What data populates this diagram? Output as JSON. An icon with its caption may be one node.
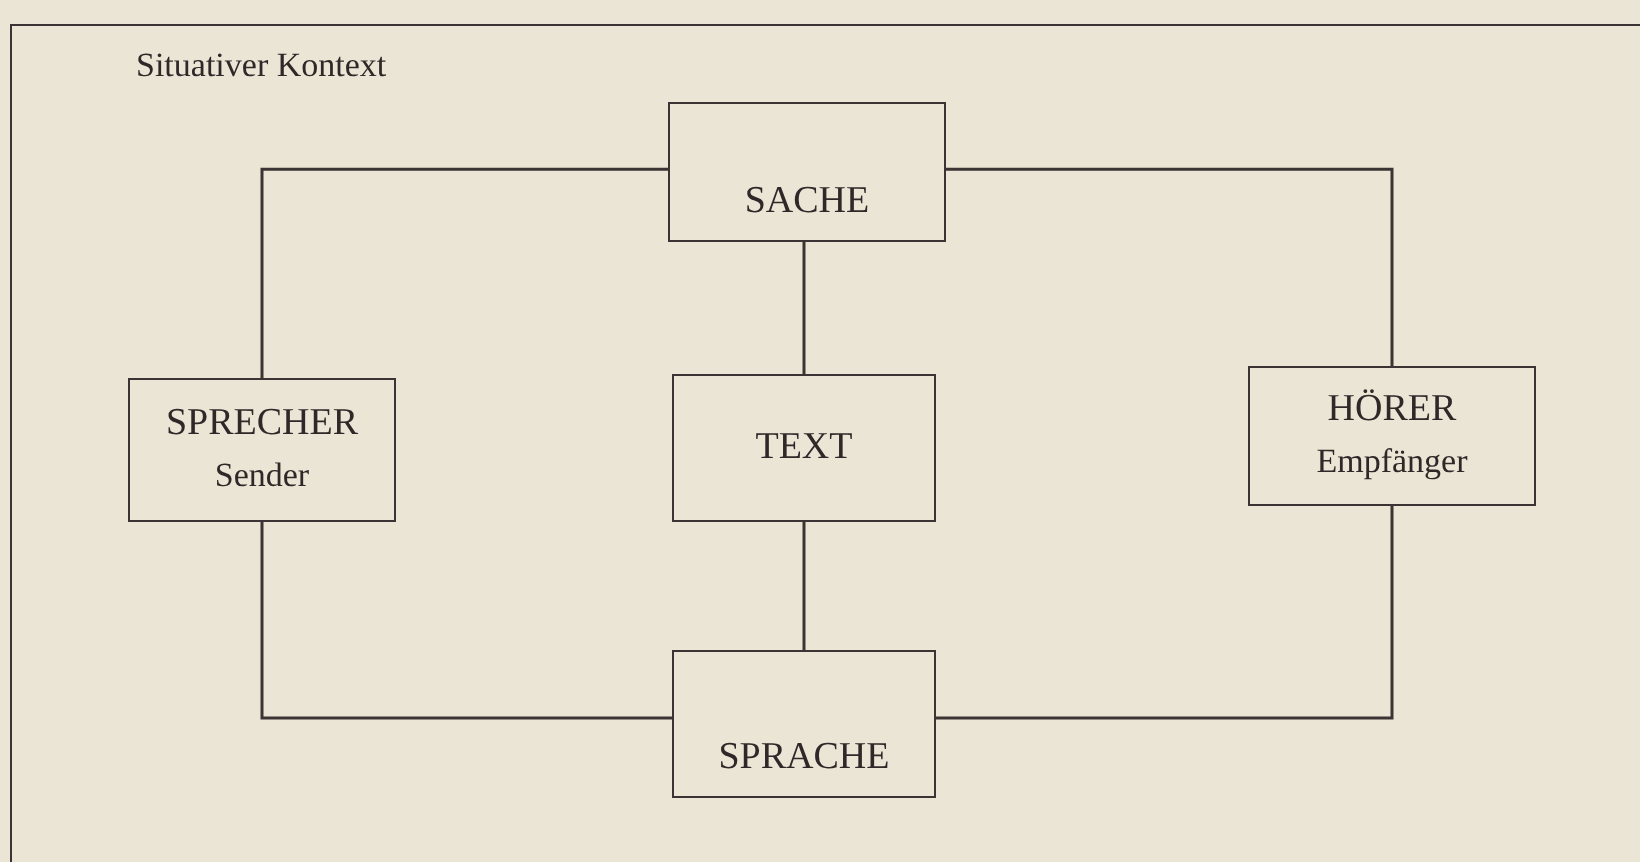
{
  "diagram": {
    "nodes": [
      {
        "text": [
          "Situativer Kontext"
        ]
      },
      {
        "text": [
          "SACHE"
        ],
        "in": 0
      },
      {
        "text": [
          "SPRECHER",
          "Sender"
        ],
        "in": 0
      },
      {
        "text": [
          "TEXT"
        ],
        "in": 0
      },
      {
        "text": [
          "HÖRER",
          "Empfänger"
        ],
        "in": 0
      },
      {
        "text": [
          "SPRACHE"
        ],
        "in": 0
      }
    ],
    "edges": [
      {
        "from": 1,
        "to": 2,
        "arrow": "none"
      },
      {
        "from": 1,
        "to": 4,
        "arrow": "none"
      },
      {
        "from": 1,
        "to": 3,
        "arrow": "none"
      },
      {
        "from": 3,
        "to": 5,
        "arrow": "none"
      },
      {
        "from": 2,
        "to": 5,
        "arrow": "none"
      },
      {
        "from": 4,
        "to": 5,
        "arrow": "none"
      }
    ]
  }
}
